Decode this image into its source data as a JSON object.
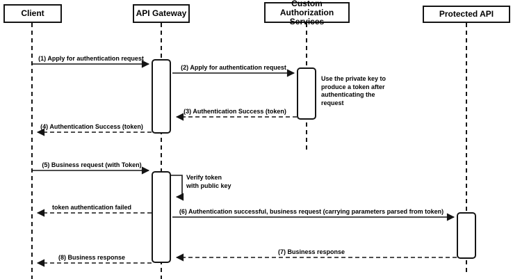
{
  "diagram_type": "uml-sequence-diagram",
  "colors": {
    "stroke": "#141414",
    "background": "#ffffff",
    "text": "#000000"
  },
  "actors": [
    {
      "id": "client",
      "label": "Client"
    },
    {
      "id": "api-gateway",
      "label": "API Gateway"
    },
    {
      "id": "custom-authorization-services",
      "label": "Custom Authorization Services"
    },
    {
      "id": "protected-api",
      "label": "Protected API"
    }
  ],
  "messages": [
    {
      "seq": "1",
      "label": "(1) Apply for authentication request",
      "from": "client",
      "to": "api-gateway",
      "style": "solid"
    },
    {
      "seq": "2",
      "label": "(2) Apply for authentication request",
      "from": "api-gateway",
      "to": "custom-authorization-services",
      "style": "solid"
    },
    {
      "seq": "3",
      "label": "(3) Authentication Success (token)",
      "from": "custom-authorization-services",
      "to": "api-gateway",
      "style": "dashed"
    },
    {
      "seq": "4",
      "label": "(4) Authentication Success (token)",
      "from": "api-gateway",
      "to": "client",
      "style": "dashed"
    },
    {
      "seq": "5",
      "label": "(5) Business request (with Token)",
      "from": "client",
      "to": "api-gateway",
      "style": "solid"
    },
    {
      "seq": "",
      "label": "Verify token with public key",
      "label_lines": [
        "Verify token",
        "with public key"
      ],
      "from": "api-gateway",
      "to": "api-gateway",
      "style": "self-loop"
    },
    {
      "seq": "",
      "label": "token authentication failed",
      "from": "api-gateway",
      "to": "client",
      "style": "dashed"
    },
    {
      "seq": "6",
      "label": "(6) Authentication successful, business request (carrying parameters parsed from token)",
      "from": "api-gateway",
      "to": "protected-api",
      "style": "solid"
    },
    {
      "seq": "7",
      "label": "(7) Business response",
      "from": "protected-api",
      "to": "api-gateway",
      "style": "dashed"
    },
    {
      "seq": "8",
      "label": "(8) Business response",
      "from": "api-gateway",
      "to": "client",
      "style": "dashed"
    }
  ],
  "note": {
    "text": "Use the private key to produce a token after authenticating the request"
  }
}
